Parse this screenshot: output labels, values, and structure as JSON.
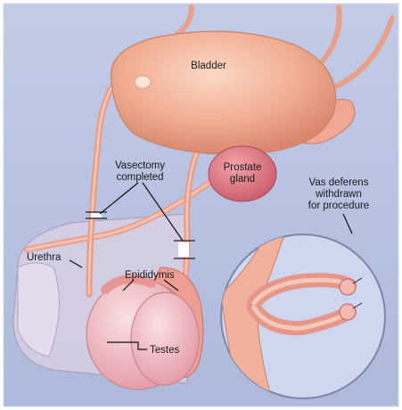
{
  "labels": {
    "bladder": "Bladder",
    "prostate_line1": "Prostate",
    "prostate_line2": "gland",
    "vasectomy_line1": "Vasectomy",
    "vasectomy_line2": "completed",
    "vas_line1": "Vas deferens",
    "vas_line2": "withdrawn",
    "vas_line3": "for procedure",
    "urethra": "Urethra",
    "epididymis": "Epididymis",
    "testes": "Testes"
  },
  "colors": {
    "background": "#b9c3e0",
    "organ_fill": "#f2b49a",
    "organ_shadow": "#d98a73",
    "prostate": "#e07c86",
    "vas": "#f0a38c",
    "testis": "#f4c0c6",
    "penis": "#d9cfe2",
    "inset_bg": "#c9d3ec"
  }
}
